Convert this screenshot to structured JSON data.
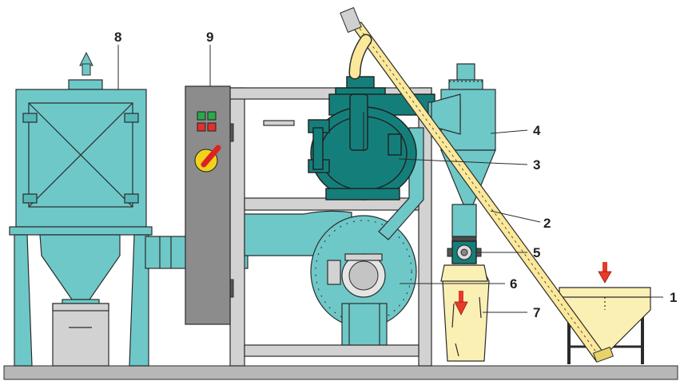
{
  "labels": {
    "l1": "1",
    "l2": "2",
    "l3": "3",
    "l4": "4",
    "l5": "5",
    "l6": "6",
    "l7": "7",
    "l8": "8",
    "l9": "9"
  },
  "colors": {
    "machine_teal": "#6fc8c8",
    "motor_dark_teal": "#147f7a",
    "frame_grey": "#d2d2d2",
    "hopper_cream": "#fbf0b4",
    "flow_arrow_red": "#e63a2b",
    "exhaust_arrow": "#6fc8c8",
    "lamp_green": "#2aa84a",
    "lamp_red": "#e03030",
    "switch_yellow": "#f2d21b"
  }
}
